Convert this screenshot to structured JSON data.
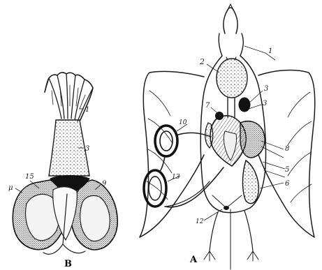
{
  "panels": {
    "left": "B",
    "right": "A"
  },
  "labels": {
    "b_1": "1",
    "b_3": "3",
    "b_15": "15",
    "b_mu": "μ",
    "b_9": "9",
    "a_1": "1",
    "a_2": "2",
    "a_3a": "3",
    "a_3b": "3",
    "a_7": "7",
    "a_10": "10",
    "a_8": "8",
    "a_5": "5",
    "a_6": "6",
    "a_13": "13",
    "a_12": "12"
  }
}
